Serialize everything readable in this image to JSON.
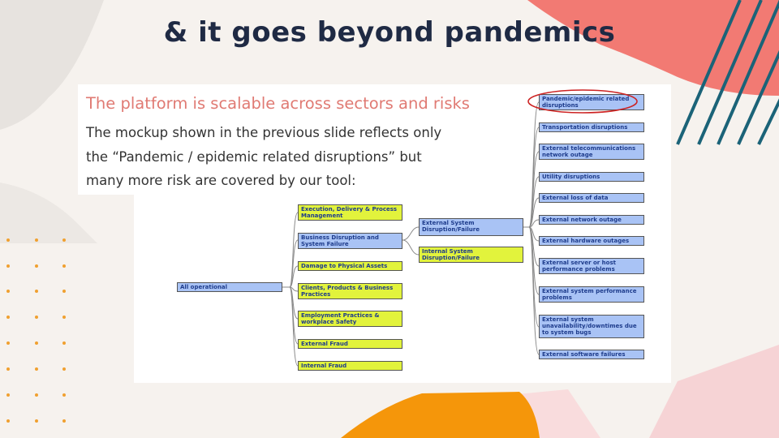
{
  "title": "& it goes beyond pandemics",
  "subtitle": "The platform is scalable across sectors and risks",
  "body_lines": [
    "The mockup shown in the previous slide reflects only",
    "the “Pandemic / epidemic related disruptions” but",
    "many more risk are covered by our tool:"
  ],
  "diagram": {
    "root": "All operational",
    "level1": [
      "Execution, Delivery & Process Management",
      "Business Disruption and System Failure",
      "Damage to Physical Assets",
      "Clients, Products & Business Practices",
      "Employment Practices & workplace Safety",
      "External Fraud",
      "Internal Fraud"
    ],
    "level2": [
      "External System Disruption/Failure",
      "Internal System Disruption/Failure"
    ],
    "level3": [
      "Pandemic/epidemic related disruptions",
      "Transportation disruptions",
      "External telecommunications network outage",
      "Utility disruptions",
      "External loss of data",
      "External network outage",
      "External hardware outages",
      "External server or host performance problems",
      "External system performance problems",
      "External system unavailability/downtimes due to system bugs",
      "External software failures"
    ],
    "highlighted_node": "Pandemic/epidemic related disruptions"
  },
  "colors": {
    "title": "#1f2a44",
    "subtitle": "#e07a73",
    "blue_node": "#a9c3f5",
    "yellow_node": "#e2f33c",
    "highlight_ring": "#cc2222",
    "coral": "#f27a73",
    "stripes": "#1b6378",
    "orange": "#f5960a",
    "dots": "#f0a030"
  }
}
